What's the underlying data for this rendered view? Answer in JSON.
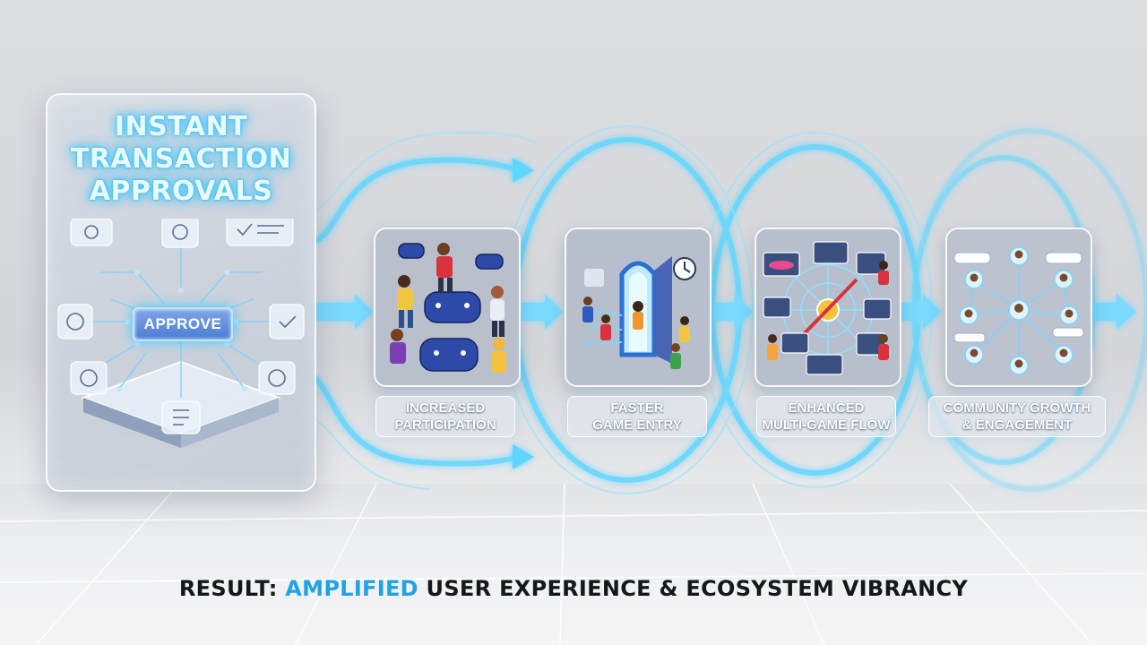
{
  "main_panel": {
    "title_lines": [
      "INSTANT",
      "TRANSACTION",
      "APPROVALS"
    ],
    "approve_label": "APPROVE"
  },
  "stages": [
    {
      "label_lines": [
        "INCREASED",
        "PARTICIPATION"
      ],
      "illustration": "gamers-with-controllers"
    },
    {
      "label_lines": [
        "FASTER",
        "GAME ENTRY"
      ],
      "illustration": "portal-door-with-clock"
    },
    {
      "label_lines": [
        "ENHANCED",
        "MULTI-GAME FLOW"
      ],
      "illustration": "multi-game-hub"
    },
    {
      "label_lines": [
        "COMMUNITY GROWTH",
        "& ENGAGEMENT"
      ],
      "illustration": "community-network"
    }
  ],
  "result": {
    "prefix": "RESULT: ",
    "highlight": "AMPLIFIED",
    "suffix": " USER EXPERIENCE & ECOSYSTEM VIBRANCY"
  },
  "colors": {
    "glow": "#38c7ff",
    "accent": "#1fa3e6",
    "text_dark": "#14171c"
  }
}
